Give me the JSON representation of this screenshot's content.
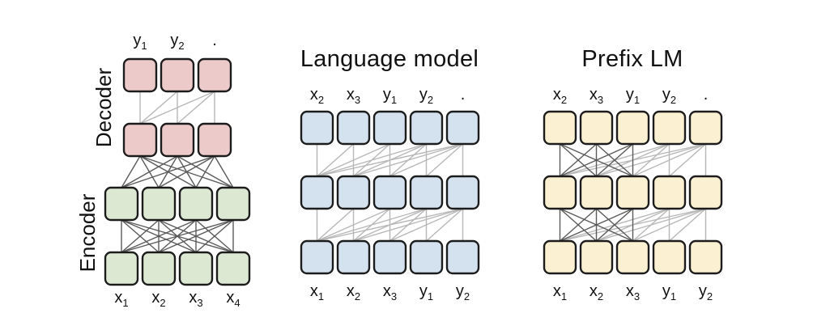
{
  "figure": {
    "background": "#ffffff",
    "styles": {
      "dark_line_color": "#5a5a5a",
      "light_line_color": "#b7b7b7",
      "line_width": 1.4,
      "block_border_color": "#1c1c1c",
      "block_border_width": 2.4,
      "block_corner_radius": 7,
      "text_color": "#111111",
      "decoder_block_color": "#edcaca",
      "encoder_block_color": "#dde8d3",
      "language_model_block_color": "#d4e1ef",
      "prefix_lm_block_color": "#fbf0d1"
    },
    "diagrams": [
      {
        "name": "encoder-decoder",
        "side_labels": [
          {
            "text": "Decoder"
          },
          {
            "text": "Encoder"
          }
        ],
        "rows": [
          {
            "count": 3,
            "fill": "#edcaca"
          },
          {
            "count": 3,
            "fill": "#edcaca"
          },
          {
            "count": 4,
            "fill": "#dde8d3"
          },
          {
            "count": 4,
            "fill": "#dde8d3"
          }
        ],
        "gaps": [
          {
            "upper": 0,
            "lower": 1,
            "type": "causal"
          },
          {
            "upper": 1,
            "lower": 2,
            "type": "full"
          },
          {
            "upper": 2,
            "lower": 3,
            "type": "full"
          }
        ],
        "top_label_row": 0,
        "bottom_label_row": 3,
        "top_labels": [
          {
            "base": "y",
            "sub": "1"
          },
          {
            "base": "y",
            "sub": "2"
          },
          {
            "base": ".",
            "sub": ""
          }
        ],
        "bottom_labels": [
          {
            "base": "x",
            "sub": "1"
          },
          {
            "base": "x",
            "sub": "2"
          },
          {
            "base": "x",
            "sub": "3"
          },
          {
            "base": "x",
            "sub": "4"
          }
        ]
      },
      {
        "name": "language-model",
        "title": "Language model",
        "rows": [
          {
            "count": 5,
            "fill": "#d4e1ef"
          },
          {
            "count": 5,
            "fill": "#d4e1ef"
          },
          {
            "count": 5,
            "fill": "#d4e1ef"
          }
        ],
        "gaps": [
          {
            "upper": 0,
            "lower": 1,
            "type": "causal"
          },
          {
            "upper": 1,
            "lower": 2,
            "type": "causal"
          }
        ],
        "top_label_row": 0,
        "bottom_label_row": 2,
        "top_labels": [
          {
            "base": "x",
            "sub": "2"
          },
          {
            "base": "x",
            "sub": "3"
          },
          {
            "base": "y",
            "sub": "1"
          },
          {
            "base": "y",
            "sub": "2"
          },
          {
            "base": ".",
            "sub": ""
          }
        ],
        "bottom_labels": [
          {
            "base": "x",
            "sub": "1"
          },
          {
            "base": "x",
            "sub": "2"
          },
          {
            "base": "x",
            "sub": "3"
          },
          {
            "base": "y",
            "sub": "1"
          },
          {
            "base": "y",
            "sub": "2"
          }
        ]
      },
      {
        "name": "prefix-lm",
        "title": "Prefix LM",
        "rows": [
          {
            "count": 5,
            "fill": "#fbf0d1"
          },
          {
            "count": 5,
            "fill": "#fbf0d1"
          },
          {
            "count": 5,
            "fill": "#fbf0d1"
          }
        ],
        "gaps": [
          {
            "upper": 0,
            "lower": 1,
            "type": "prefix_causal",
            "prefix": 3
          },
          {
            "upper": 1,
            "lower": 2,
            "type": "prefix_causal",
            "prefix": 3
          }
        ],
        "top_label_row": 0,
        "bottom_label_row": 2,
        "top_labels": [
          {
            "base": "x",
            "sub": "2"
          },
          {
            "base": "x",
            "sub": "3"
          },
          {
            "base": "y",
            "sub": "1"
          },
          {
            "base": "y",
            "sub": "2"
          },
          {
            "base": ".",
            "sub": ""
          }
        ],
        "bottom_labels": [
          {
            "base": "x",
            "sub": "1"
          },
          {
            "base": "x",
            "sub": "2"
          },
          {
            "base": "x",
            "sub": "3"
          },
          {
            "base": "y",
            "sub": "1"
          },
          {
            "base": "y",
            "sub": "2"
          }
        ]
      }
    ]
  }
}
